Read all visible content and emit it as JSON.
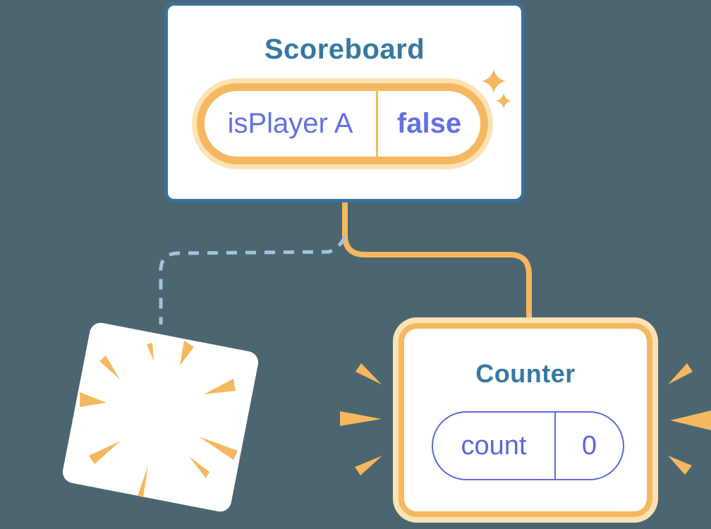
{
  "diagram_title": "component state preservation diagram",
  "scoreboard": {
    "title": "Scoreboard",
    "state": {
      "key": "isPlayer A",
      "value": "false"
    }
  },
  "counter": {
    "title": "Counter",
    "state": {
      "key": "count",
      "value": "0"
    }
  },
  "icons": {
    "sparkles": "sparkles-icon",
    "poof": "poof-burst-icon",
    "emphasis_left": "emphasis-burst-left-icon",
    "emphasis_right": "emphasis-burst-right-icon"
  },
  "colors": {
    "background": "#4B6670",
    "card_border_blue": "#38739B",
    "heading_blue": "#36789F",
    "accent_orange": "#F5B860",
    "accent_orange_glow": "#FCE3B4",
    "state_indigo_light": "#6270E0",
    "state_indigo": "#5B68D8",
    "dashed_line_blue": "#A6C3DB",
    "card_white": "#FFFFFF"
  }
}
